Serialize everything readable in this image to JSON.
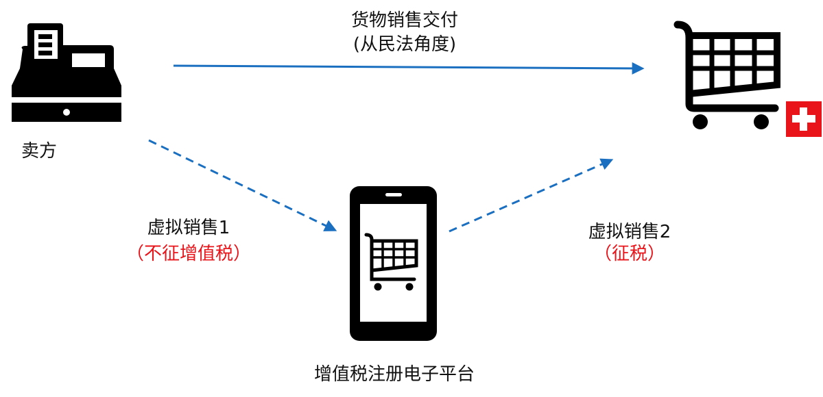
{
  "labels": {
    "goods_delivery": "货物销售交付",
    "civil_law": "(从民法角度)",
    "seller": "卖方",
    "virtual_sale_1": "虚拟销售1",
    "no_vat": "（不征增值税）",
    "virtual_sale_2": "虚拟销售2",
    "taxed": "（征税）",
    "platform": "增值税注册电子平台"
  },
  "colors": {
    "arrow": "#1a6fc0",
    "red": "#e8141a"
  }
}
